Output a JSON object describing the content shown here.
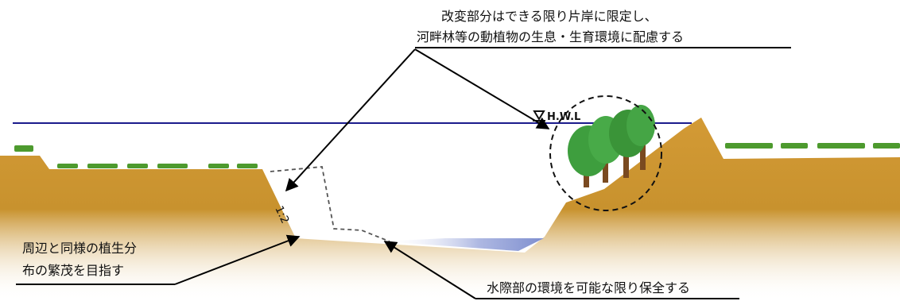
{
  "annotations": {
    "top_line1": "改変部分はできる限り片岸に限定し、",
    "top_line2": "河畔林等の動植物の生息・生育環境に配慮する",
    "left_line1": "周辺と同様の植生分",
    "left_line2": "布の繁茂を目指す",
    "bottom": "水際部の環境を可能な限り保全する"
  },
  "water_level_label": "H.W.L",
  "slope_label": "1:2",
  "colors": {
    "earth": "#C8922E",
    "earth_dark": "#A8741A",
    "hwl_line": "#1B1B8C",
    "water": "#9AA6D6",
    "grass": "#4D9A2E",
    "tree_leaf": "#3E9E3E",
    "tree_trunk": "#7A4A20"
  }
}
